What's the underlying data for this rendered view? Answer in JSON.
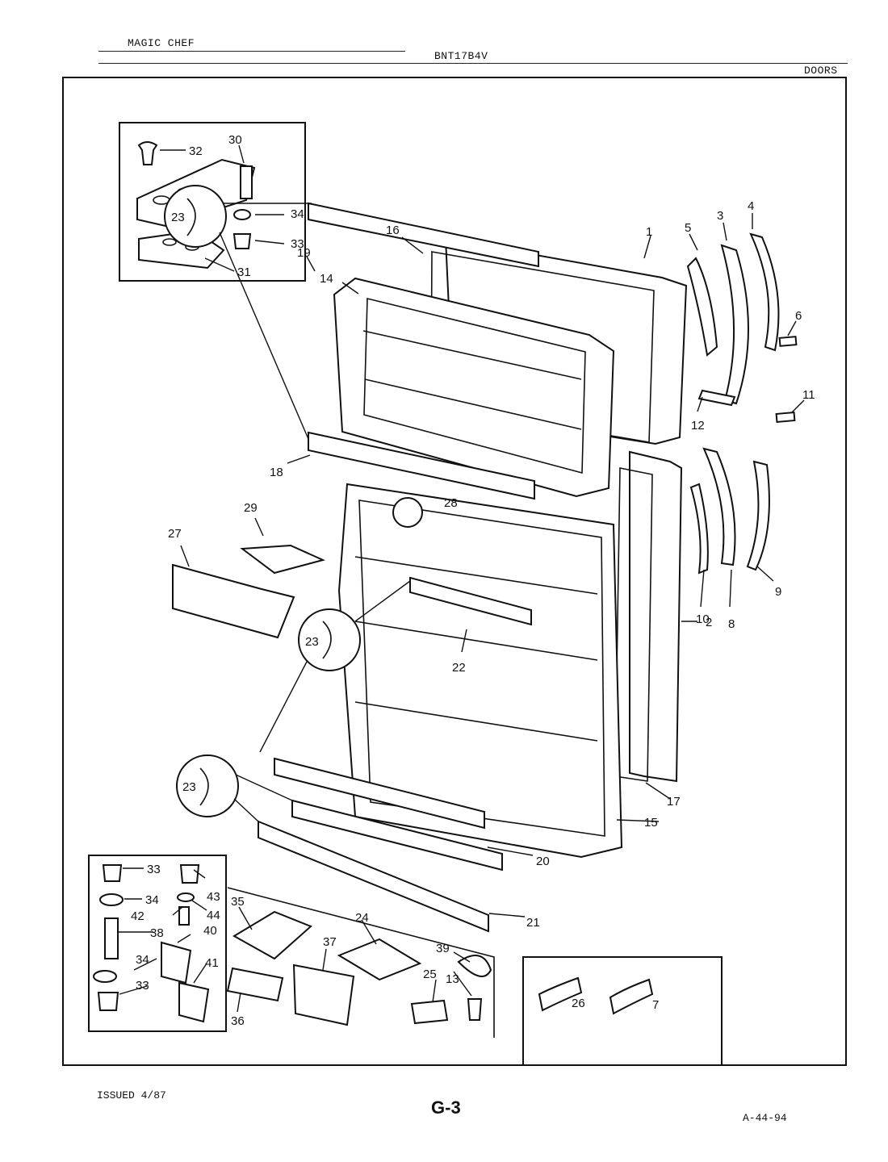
{
  "header": {
    "brand": "MAGIC CHEF",
    "model": "BNT17B4V",
    "section": "DOORS"
  },
  "footer": {
    "issued": "ISSUED 4/87",
    "page_code": "G-3",
    "drawing_number": "A-44-94"
  },
  "callouts": {
    "c1": "1",
    "c2": "2",
    "c3": "3",
    "c4": "4",
    "c5": "5",
    "c6": "6",
    "c7": "7",
    "c8": "8",
    "c9": "9",
    "c10": "10",
    "c11": "11",
    "c12": "12",
    "c13": "13",
    "c14": "14",
    "c15": "15",
    "c16": "16",
    "c17": "17",
    "c18": "18",
    "c19": "19",
    "c20": "20",
    "c21": "21",
    "c22": "22",
    "c23": "23",
    "c24": "24",
    "c25": "25",
    "c26": "26",
    "c27": "27",
    "c28": "28",
    "c29": "29",
    "c30": "30",
    "c31": "31",
    "c32": "32",
    "c33": "33",
    "c34": "34",
    "c35": "35",
    "c36": "36",
    "c37": "37",
    "c38": "38",
    "c39": "39",
    "c40": "40",
    "c41": "41",
    "c42": "42",
    "c43": "43",
    "c44": "44"
  }
}
